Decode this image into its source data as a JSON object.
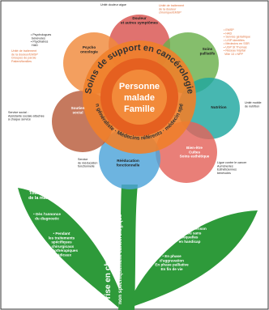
{
  "frame_border_color": "#222222",
  "colors": {
    "petal_red": "#d9534f",
    "petal_orange": "#f08a3c",
    "petal_green": "#6ab04c",
    "petal_teal": "#1fa7a0",
    "petal_blue": "#4da3d9",
    "petal_purple": "#9b6fb6",
    "petal_salmon": "#e4635a",
    "petal_brown": "#b85c3a",
    "center_outer": "#f07f2a",
    "center_inner": "#e56020",
    "leaf": "#2e9a3a",
    "stem": "#2e9a3a"
  },
  "center": {
    "line1": "Personne",
    "line2": "malade",
    "line3": "Famille"
  },
  "ring": {
    "top_text": "Soins de support en cancérologie",
    "bottom_text": "Médecin généraliste · Médecins référents · médecin spécialiste"
  },
  "petals": [
    {
      "label": "Douleur\net autres symptômes"
    },
    {
      "label": "Soins\npalliatifs"
    },
    {
      "label": "Nutrition"
    },
    {
      "label": "Bien-être\nCultes\nSoins esthétique"
    },
    {
      "label": "Rééducation\nfonctionnelle"
    },
    {
      "label": "Soutien\nsocial"
    },
    {
      "label": "Psycho\noncologie"
    }
  ],
  "outer_labels": [
    {
      "text": "Unité douleur aigue"
    },
    {
      "text": "Unité de traitement\nde la douleur\nchronique/EMSP"
    },
    {
      "text": "• EMSP\n• HAD\n• Service gériatrique\n• LISP identifiés\n• Médecins en SSR\n• USP St Thomas\n• Réseau hôpital\n  Ville 13 • NPP"
    },
    {
      "text": "Unité mobile\nde nutrition"
    },
    {
      "text": "Ligue contre le cancer\nAumôneries\nEsthéticiennes\nbénévoles"
    },
    {
      "text": "Service\nde rééducation\nfonctionnelle"
    },
    {
      "text": "Service social :\nAssistante sociale attachée\nà chaque service"
    },
    {
      "text": "• Psychologues\n  bénévoles\n• Psychiatres\n  HAD"
    },
    {
      "text": "Unité de traitement\nde la douleur/EMSP\nGroupes de parole\nPatient/familles"
    }
  ],
  "leaf_left": {
    "title": "Tout au long\nde la maladie",
    "items": [
      "• Dès l'annonce\ndu diagnostic",
      "• Pendant\nles traitements\nspécifiques\n- chirurgicaux\n- radiothérapiques\n- médicaux"
    ]
  },
  "leaf_right": {
    "items": [
      "• Après la guérison\navec ou sans\nséquelles\nen handicap",
      "• En phase\nd'aggravation\nEn phase palliative\nEn fin de vie"
    ]
  },
  "stem_text": {
    "line1": "Prise en charge",
    "line2": "non spécifiquement cancérologique"
  }
}
